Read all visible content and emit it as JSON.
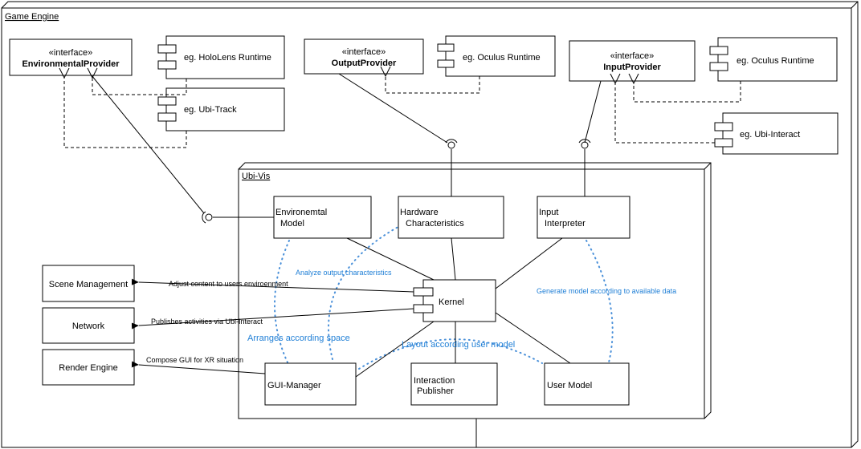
{
  "game_engine": {
    "label": "Game Engine"
  },
  "interfaces": {
    "stereotype": "«interface»",
    "environmental": "EnvironmentalProvider",
    "output": "OutputProvider",
    "input": "InputProvider"
  },
  "runtimes": {
    "hololens": "eg. HoloLens Runtime",
    "ubitrack": "eg. Ubi-Track",
    "oculus_output": "eg. Oculus Runtime",
    "oculus_input": "eg. Oculus Runtime",
    "ubiinteract": "eg. Ubi-Interact"
  },
  "ubivis": {
    "label": "Ubi-Vis",
    "env_model": [
      "Environemtal",
      "Model"
    ],
    "hardware": [
      "Hardware",
      "Characteristics"
    ],
    "input_interpreter": [
      "Input",
      "Interpreter"
    ],
    "kernel": "Kernel",
    "gui_manager": "GUI-Manager",
    "interaction_publisher": [
      "Interaction",
      "Publisher"
    ],
    "user_model": "User Model"
  },
  "external": {
    "scene_management": "Scene Management",
    "network": "Network",
    "render_engine": "Render Engine"
  },
  "edge_labels": {
    "adjust": "Adjust content to users enviroenment",
    "publishes": "Publishes  activities via Ubi-Interact",
    "compose": "Compose GUI for XR situation"
  },
  "annotations": {
    "analyze": "Analyze  output characteristics",
    "generate": "Generate model according to available data",
    "arranges": "Arranges according space",
    "layout": "Layout according user model"
  },
  "colors": {
    "annotation_blue": "#1f7fd6",
    "dotted_blue": "#4a90d9"
  }
}
